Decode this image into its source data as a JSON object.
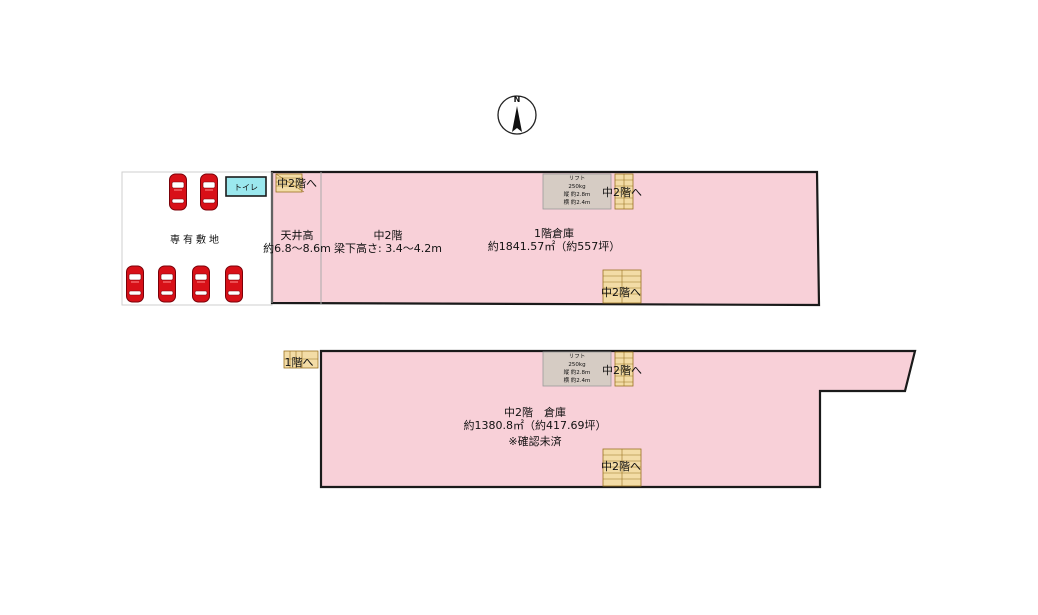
{
  "compass": {
    "letter": "N"
  },
  "floor1": {
    "parking_label": "専有敷地",
    "toilet_label": "トイレ",
    "ceiling": {
      "title": "天井高",
      "value": "約6.8～8.6m"
    },
    "mezz_area": {
      "title": "中2階",
      "subtitle": "梁下高さ: 3.4～4.2m"
    },
    "warehouse": {
      "title": "1階倉庫",
      "area": "約1841.57㎡（約557坪）"
    },
    "stairs_to_mezz_label": "中2階へ",
    "lift": {
      "title": "リフト",
      "capacity": "250kg",
      "depth": "縦 約2.8m",
      "width": "横 約2.4m"
    }
  },
  "floor2": {
    "warehouse": {
      "title": "中2階　倉庫",
      "area": "約1380.8㎡（約417.69坪）",
      "note": "※確認未済"
    },
    "stairs_to_1f_label": "1階へ",
    "stairs_to_mezz_label": "中2階へ",
    "lift": {
      "title": "リフト",
      "capacity": "250kg",
      "depth": "縦 約2.8m",
      "width": "横 約2.4m"
    }
  },
  "colors": {
    "floor_fill": "#f8d0d8",
    "wall": "#1a1a1a",
    "car": "#d81018",
    "toilet_fill": "#9be8ee",
    "lift_fill": "#d6ccc4",
    "stair_fill": "#f3dca6",
    "stair_line": "#9a7222"
  }
}
